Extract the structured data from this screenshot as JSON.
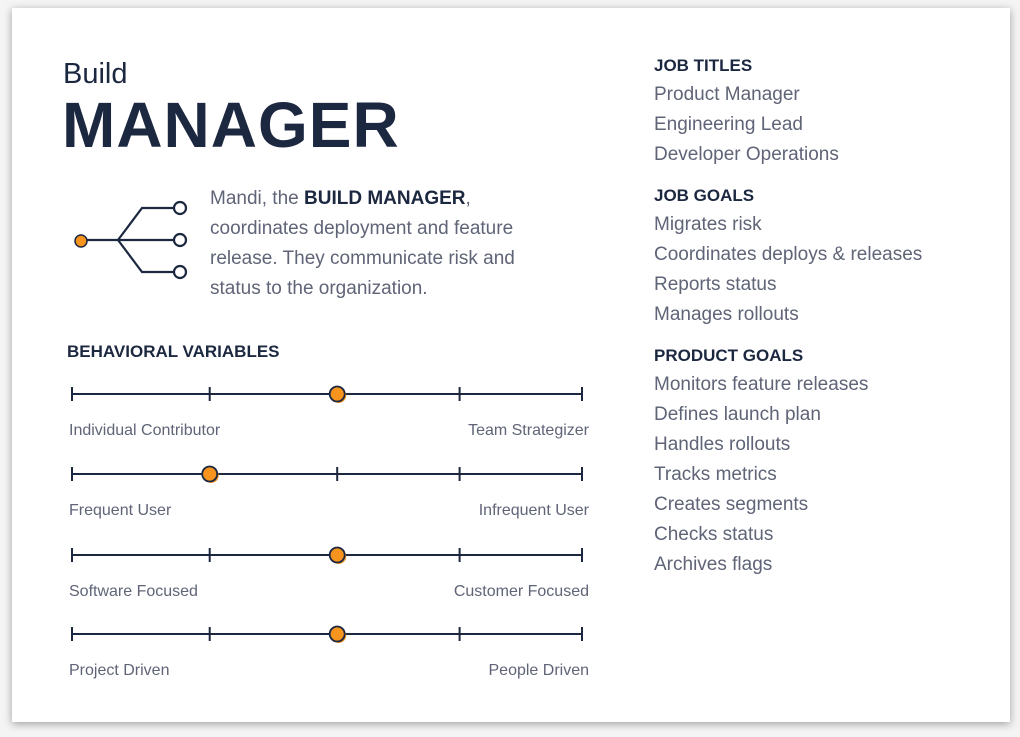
{
  "header": {
    "pre_title": "Build",
    "title": "MANAGER"
  },
  "description": {
    "prefix": "Mandi, the ",
    "role": "BUILD MANAGER",
    "suffix": ", coordinates deployment and feature release. They communicate risk and status to the organization."
  },
  "behavioral": {
    "heading": "BEHAVIORAL VARIABLES",
    "accent": "#f7941d",
    "sliders": [
      {
        "left": "Individual Contributor",
        "right": "Team Strategizer",
        "value": 0.5
      },
      {
        "left": "Frequent User",
        "right": "Infrequent User",
        "value": 0.25
      },
      {
        "left": "Software Focused",
        "right": "Customer Focused",
        "value": 0.5
      },
      {
        "left": "Project Driven",
        "right": "People Driven",
        "value": 0.5
      }
    ]
  },
  "job_titles": {
    "heading": "JOB TITLES",
    "items": [
      "Product Manager",
      "Engineering Lead",
      "Developer Operations"
    ]
  },
  "job_goals": {
    "heading": "JOB GOALS",
    "items": [
      "Migrates risk",
      "Coordinates deploys & releases",
      "Reports status",
      "Manages rollouts"
    ]
  },
  "product_goals": {
    "heading": "PRODUCT GOALS",
    "items": [
      "Monitors feature releases",
      "Defines launch plan",
      "Handles rollouts",
      "Tracks metrics",
      "Creates segments",
      "Checks status",
      "Archives flags"
    ]
  }
}
